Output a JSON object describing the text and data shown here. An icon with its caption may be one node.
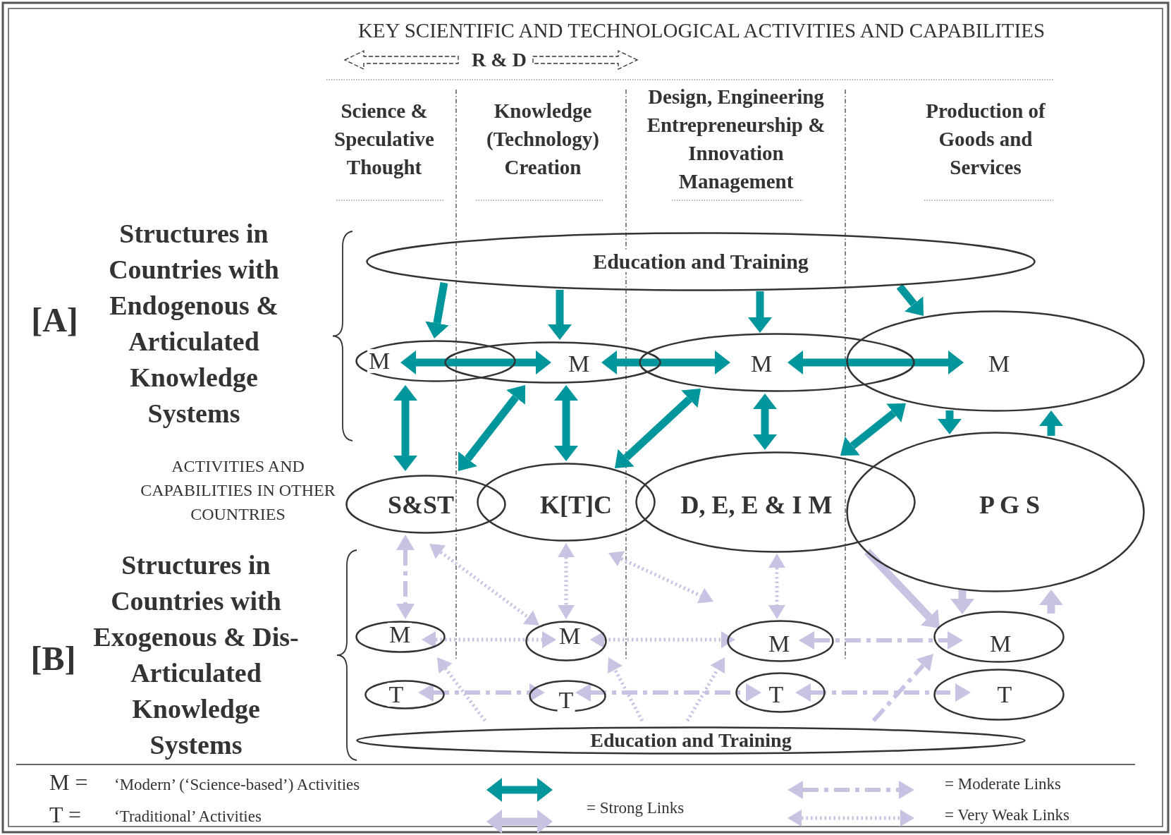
{
  "diagram": {
    "title": "KEY SCIENTIFIC AND TECHNOLOGICAL ACTIVITIES AND CAPABILITIES",
    "nodes": [
      {
        "text": [
          "Education and Training"
        ]
      },
      {
        "text": [
          "M"
        ]
      },
      {
        "text": [
          "M"
        ]
      },
      {
        "text": [
          "M"
        ]
      },
      {
        "text": [
          "M"
        ]
      },
      {
        "text": [
          "S&ST"
        ]
      },
      {
        "text": [
          "K[T]C"
        ]
      },
      {
        "text": [
          "D, E, E & I M"
        ]
      },
      {
        "text": [
          "P G S"
        ]
      },
      {
        "text": [
          "M"
        ]
      },
      {
        "text": [
          "M"
        ]
      },
      {
        "text": [
          "M"
        ]
      },
      {
        "text": [
          "M"
        ]
      },
      {
        "text": [
          "T"
        ]
      },
      {
        "text": [
          "T"
        ]
      },
      {
        "text": [
          "T"
        ]
      },
      {
        "text": [
          "T"
        ]
      },
      {
        "text": [
          "Education and Training"
        ]
      }
    ],
    "edges": [
      {
        "from": 0,
        "to": 1,
        "arrow": "to",
        "color": "#00969c"
      },
      {
        "from": 0,
        "to": 2,
        "arrow": "to",
        "color": "#00969c"
      },
      {
        "from": 0,
        "to": 3,
        "arrow": "to",
        "color": "#00969c"
      },
      {
        "from": 0,
        "to": 4,
        "arrow": "to",
        "color": "#00969c"
      },
      {
        "from": 1,
        "to": 2,
        "arrow": "both",
        "color": "#00969c"
      },
      {
        "from": 2,
        "to": 3,
        "arrow": "both",
        "color": "#00969c"
      },
      {
        "from": 3,
        "to": 4,
        "arrow": "both",
        "color": "#00969c"
      },
      {
        "from": 1,
        "to": 5,
        "arrow": "both",
        "color": "#00969c"
      },
      {
        "from": 2,
        "to": 5,
        "arrow": "both",
        "color": "#00969c"
      },
      {
        "from": 2,
        "to": 6,
        "arrow": "both",
        "color": "#00969c"
      },
      {
        "from": 3,
        "to": 6,
        "arrow": "both",
        "color": "#00969c"
      },
      {
        "from": 3,
        "to": 7,
        "arrow": "both",
        "color": "#00969c"
      },
      {
        "from": 4,
        "to": 7,
        "arrow": "both",
        "color": "#00969c"
      },
      {
        "from": 4,
        "to": 8,
        "arrow": "to",
        "color": "#00969c"
      },
      {
        "from": 8,
        "to": 4,
        "arrow": "to",
        "color": "#00969c"
      },
      {
        "from": 5,
        "to": 9,
        "arrow": "both",
        "style": "dashed"
      },
      {
        "from": 5,
        "to": 10,
        "arrow": "both",
        "style": "dashed"
      },
      {
        "from": 6,
        "to": 10,
        "arrow": "both",
        "style": "dashed"
      },
      {
        "from": 6,
        "to": 11,
        "arrow": "both",
        "style": "dashed"
      },
      {
        "from": 7,
        "to": 11,
        "arrow": "both",
        "style": "dashed"
      },
      {
        "from": 8,
        "to": 12,
        "arrow": "to"
      },
      {
        "from": 8,
        "to": 12,
        "arrow": "to"
      },
      {
        "from": 12,
        "to": 8,
        "arrow": "to"
      },
      {
        "from": 9,
        "to": 10,
        "arrow": "both",
        "style": "dashed"
      },
      {
        "from": 10,
        "to": 11,
        "arrow": "both",
        "style": "dashed"
      },
      {
        "from": 11,
        "to": 12,
        "arrow": "both",
        "style": "dashed"
      },
      {
        "from": 13,
        "to": 14,
        "arrow": "both",
        "style": "dashed"
      },
      {
        "from": 14,
        "to": 15,
        "arrow": "both",
        "style": "dashed"
      },
      {
        "from": 15,
        "to": 16,
        "arrow": "both",
        "style": "dashed"
      },
      {
        "from": 17,
        "to": 9,
        "arrow": "to",
        "style": "dashed"
      },
      {
        "from": 17,
        "to": 10,
        "arrow": "to",
        "style": "dashed"
      },
      {
        "from": 17,
        "to": 11,
        "arrow": "to",
        "style": "dashed"
      },
      {
        "from": 17,
        "to": 12,
        "arrow": "to",
        "style": "dashed"
      }
    ],
    "labels": [
      "R & D",
      "Science & Speculative Thought",
      "Knowledge (Technology) Creation",
      "Design, Engineering Entrepreneurship & Innovation Management",
      "Production of Goods and Services",
      "[A]",
      "Structures in Countries with Endogenous & Articulated Knowledge Systems",
      "ACTIVITIES AND CAPABILITIES IN OTHER COUNTRIES",
      "[B]",
      "Structures in Countries with Exogenous & Dis-Articulated Knowledge Systems",
      "M =",
      "‘Modern’ (‘Science-based’) Activities",
      "T =",
      "‘Traditional’ Activities"
    ],
    "legend": [
      {
        "text": "= Strong Links"
      },
      {
        "text": "= Moderate Links"
      },
      {
        "text": "= Very Weak Links"
      }
    ]
  }
}
